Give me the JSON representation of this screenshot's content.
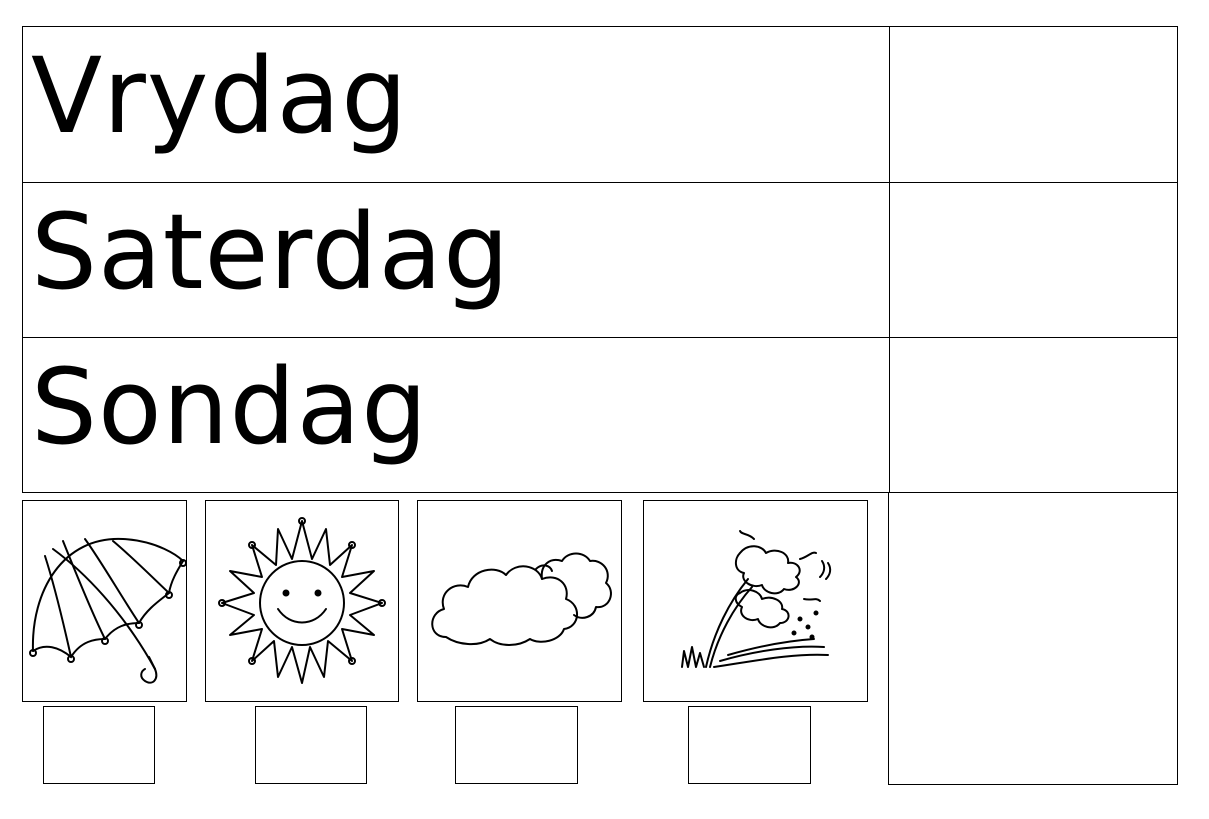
{
  "days": [
    {
      "label": "Vrydag"
    },
    {
      "label": "Saterdag"
    },
    {
      "label": "Sondag"
    }
  ],
  "weather_pictures": [
    {
      "icon": "umbrella-icon"
    },
    {
      "icon": "sun-icon"
    },
    {
      "icon": "cloud-icon"
    },
    {
      "icon": "wind-icon"
    }
  ]
}
